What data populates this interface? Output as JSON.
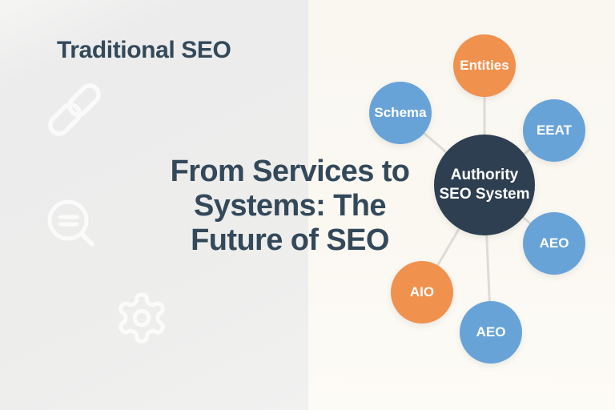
{
  "panel": {
    "title": "Traditional SEO"
  },
  "main_title": {
    "lines": [
      "From Services to",
      "Systems: The",
      "Future of SEO"
    ]
  },
  "diagram": {
    "center": {
      "line1": "Authority",
      "line2": "SEO System"
    },
    "nodes": [
      {
        "label": "Entities",
        "color": "orange"
      },
      {
        "label": "Schema",
        "color": "blue"
      },
      {
        "label": "EEAT",
        "color": "blue"
      },
      {
        "label": "AEO",
        "color": "blue"
      },
      {
        "label": "AIO",
        "color": "orange"
      },
      {
        "label": "AEO",
        "color": "blue"
      }
    ]
  },
  "decorative_icons": [
    {
      "name": "link-icon"
    },
    {
      "name": "search-icon"
    },
    {
      "name": "gear-icon"
    }
  ],
  "colors": {
    "accent_orange": "#F0914E",
    "accent_blue": "#68A3D8",
    "dark_navy": "#2D3F50",
    "title_text": "#33495A",
    "connector": "#DCDBD5",
    "left_background": "#EDEDEC",
    "right_background": "#FAF7F1",
    "icon_stroke": "#FFFFFF"
  }
}
